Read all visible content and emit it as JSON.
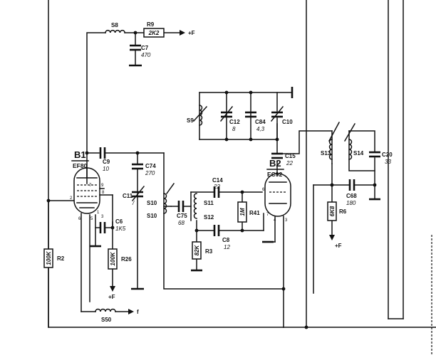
{
  "tubes": {
    "b1": {
      "name": "B1",
      "type": "EF80",
      "pins": [
        "7",
        "9",
        "8",
        "2",
        "6",
        "5",
        "1",
        "3"
      ]
    },
    "b2": {
      "name": "B2",
      "type": "EC92",
      "pins": [
        "6",
        "7",
        "4",
        "3"
      ]
    }
  },
  "inductors": {
    "s8": "S8",
    "s9": "S9",
    "s10a": "S10",
    "s10b": "S10",
    "s11": "S11",
    "s12": "S12",
    "s13": "S13",
    "s14": "S14",
    "s50": "S50"
  },
  "resistors": {
    "r9": {
      "name": "R9",
      "value": "2K2"
    },
    "r2": {
      "name": "R2",
      "value": "100K"
    },
    "r26": {
      "name": "R26",
      "value": "100K"
    },
    "r41": {
      "name": "R41",
      "value": "1M"
    },
    "r3": {
      "name": "R3",
      "value": "82K"
    },
    "r6": {
      "name": "R6",
      "value": "6K8"
    }
  },
  "capacitors": {
    "c7": {
      "name": "C7",
      "value": "470"
    },
    "c9": {
      "name": "C9",
      "value": "10"
    },
    "c74": {
      "name": "C74",
      "value": "270"
    },
    "c11": {
      "name": "C11",
      "value": "/"
    },
    "c6": {
      "name": "C6",
      "value": "1K5"
    },
    "c12": {
      "name": "C12",
      "value": "8"
    },
    "c84": {
      "name": "C84",
      "value": "4,3"
    },
    "c10": {
      "name": "C10"
    },
    "c15": {
      "name": "C15",
      "value": "22"
    },
    "c14": {
      "name": "C14",
      "value": "22"
    },
    "c75": {
      "name": "C75",
      "value": "68"
    },
    "c8": {
      "name": "C8",
      "value": "12"
    },
    "c68": {
      "name": "C68",
      "value": "180"
    },
    "c20": {
      "name": "C20",
      "value": "33"
    }
  },
  "supply": {
    "plus_f_1": "+F",
    "plus_f_2": "+F",
    "plus_f_3": "+F",
    "f_out": "f"
  }
}
